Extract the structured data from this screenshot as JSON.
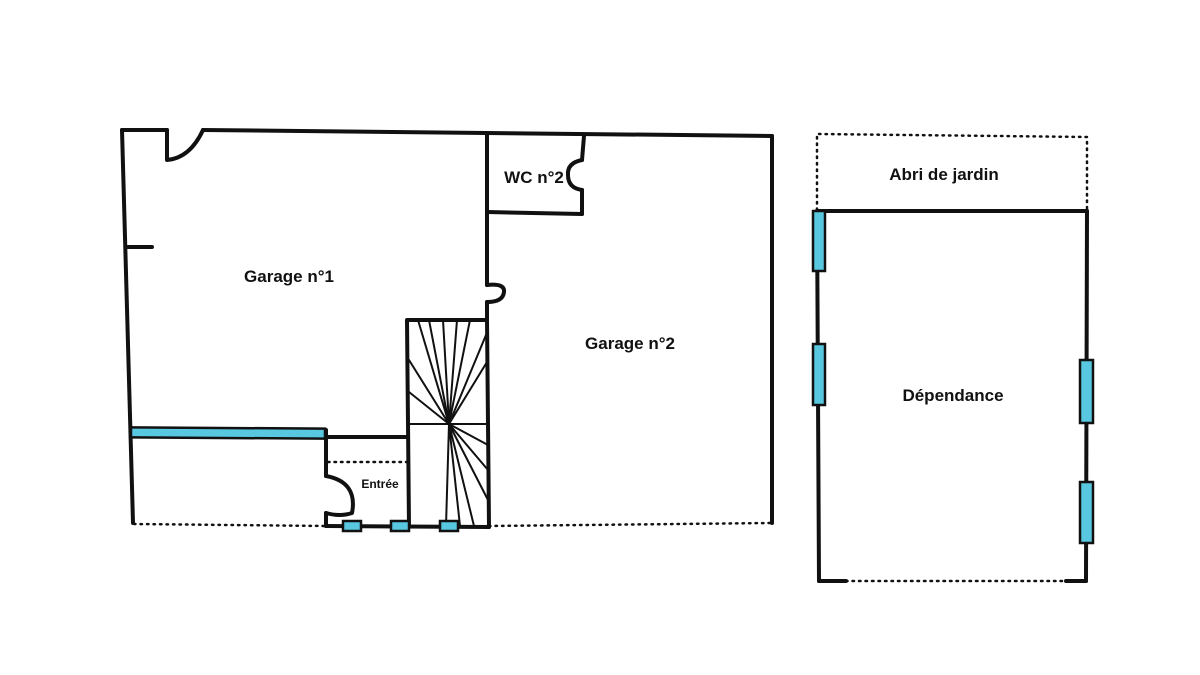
{
  "rooms": {
    "garage1": "Garage n°1",
    "garage2": "Garage n°2",
    "wc2": "WC n°2",
    "entree": "Entrée",
    "abri": "Abri de jardin",
    "dependance": "Dépendance"
  },
  "colors": {
    "wall": "#111111",
    "window": "#58c8e0",
    "background": "#ffffff"
  }
}
